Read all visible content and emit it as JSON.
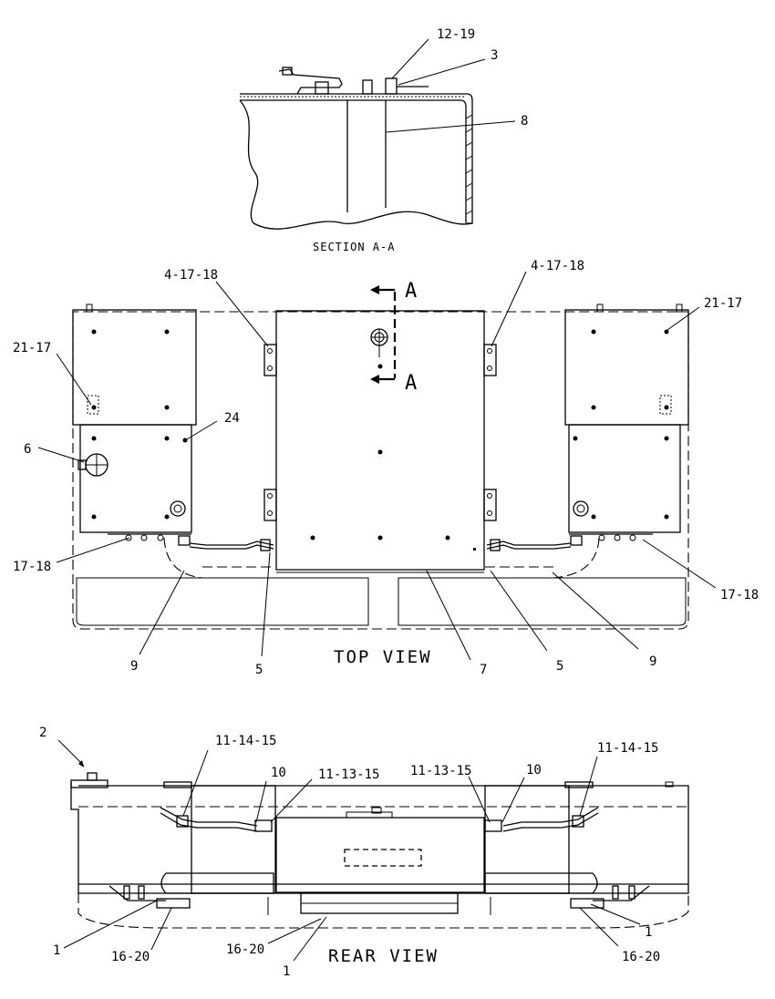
{
  "section_view": {
    "title": "SECTION A-A",
    "callouts": [
      "12-19",
      "3",
      "8"
    ]
  },
  "top_view": {
    "title": "TOP VIEW",
    "section_marker": "A",
    "callouts": {
      "left_bracket": "4-17-18",
      "right_bracket": "4-17-18",
      "right_plate": "21-17",
      "left_plate": "21-17",
      "fitting_24": "24",
      "cap_6": "6",
      "left_bolts": "17-18",
      "right_bolts": "17-18",
      "left_hose_9": "9",
      "left_elbow_5": "5",
      "center_7": "7",
      "right_elbow_5": "5",
      "right_hose_9": "9"
    }
  },
  "rear_view": {
    "title": "REAR VIEW",
    "callouts": {
      "cap_2": "2",
      "left_11_14_15": "11-14-15",
      "left_10": "10",
      "left_11_13_15": "11-13-15",
      "right_11_13_15": "11-13-15",
      "right_10": "10",
      "right_11_14_15": "11-14-15",
      "left_1": "1",
      "left_16_20": "16-20",
      "center_16_20": "16-20",
      "center_1": "1",
      "right_1": "1",
      "right_16_20": "16-20"
    }
  }
}
